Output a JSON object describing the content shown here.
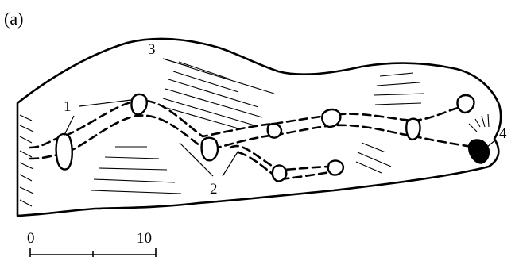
{
  "figure": {
    "panel_label": "(a)",
    "callouts": [
      "1",
      "2",
      "3",
      "4"
    ],
    "scale_bar": {
      "start_label": "0",
      "end_label": "10"
    }
  }
}
